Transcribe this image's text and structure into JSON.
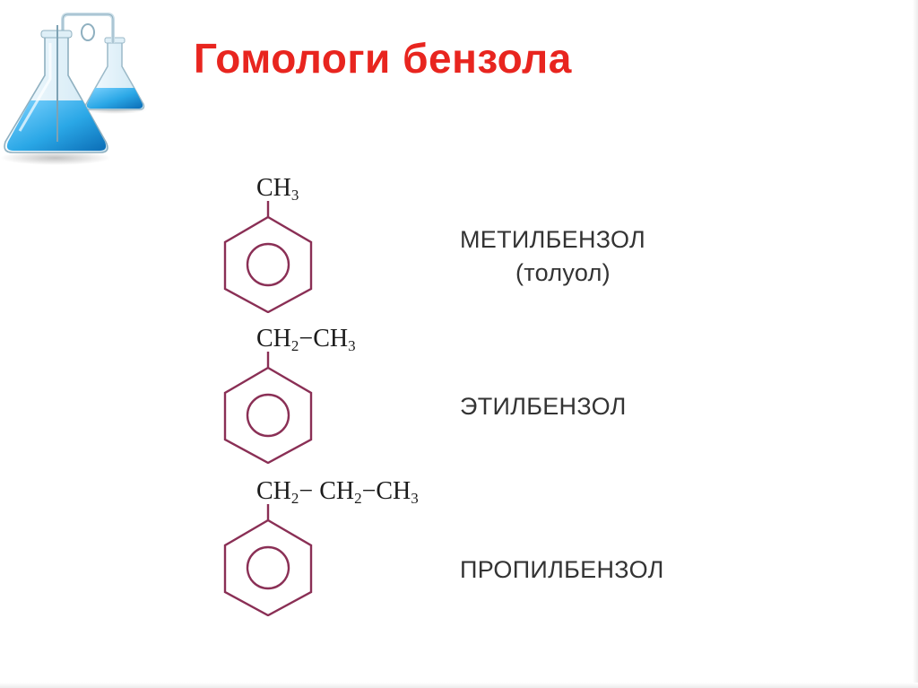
{
  "slide": {
    "title": "Гомологи бензола"
  },
  "logo": {
    "icon": "chemistry-flasks-icon",
    "liquid_color": "#2aa7e6"
  },
  "compounds": [
    {
      "formula_parts": [
        "CH",
        "3"
      ],
      "name": "МЕТИЛБЕНЗОЛ",
      "alt_name": "(толуол)"
    },
    {
      "formula_parts": [
        "CH",
        "2",
        "−CH",
        "3"
      ],
      "name": "ЭТИЛБЕНЗОЛ"
    },
    {
      "formula_parts": [
        "CH",
        "2",
        "− CH",
        "2",
        "−CH",
        "3"
      ],
      "name": "ПРОПИЛБЕНЗОЛ"
    }
  ],
  "colors": {
    "title": "#e8251f",
    "ring": "#8a2f55",
    "text": "#333333"
  }
}
